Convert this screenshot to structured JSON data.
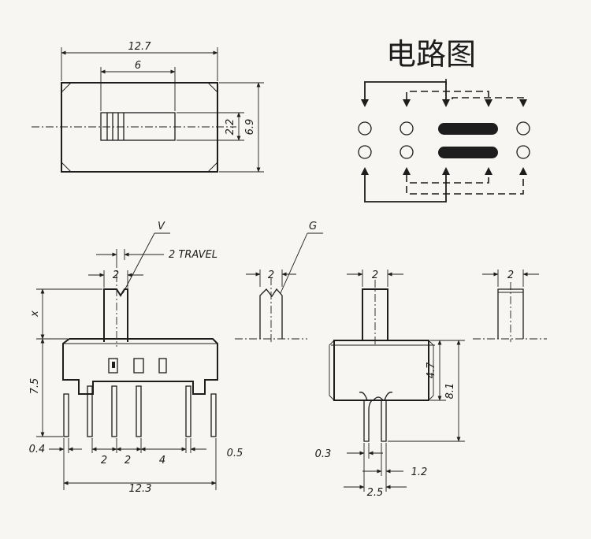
{
  "circuit": {
    "title": "电路图"
  },
  "top_view": {
    "dim_length": "12.7",
    "dim_slot": "6",
    "dim_actuator": "2.2",
    "dim_width": "6.9"
  },
  "front_view": {
    "label_v": "V",
    "label_travel": "2 TRAVEL",
    "dim_actuator": "2",
    "dim_x": "x",
    "dim_height": "7.5",
    "dim_pin_w": "0.4",
    "dim_pitch_a": "2",
    "dim_pitch_b": "2",
    "dim_pitch_c": "4",
    "dim_end_pin": "0.5",
    "dim_total": "12.3"
  },
  "v_detail": {
    "dim": "2"
  },
  "g_detail": {
    "label_g": "G"
  },
  "side_view": {
    "dim_actuator": "2",
    "dim_body": "4.7",
    "dim_total": "8.1",
    "dim_pin": "0.3",
    "dim_pin2": "1.2",
    "dim_span": "2.5"
  },
  "flat_detail": {
    "dim": "2"
  }
}
